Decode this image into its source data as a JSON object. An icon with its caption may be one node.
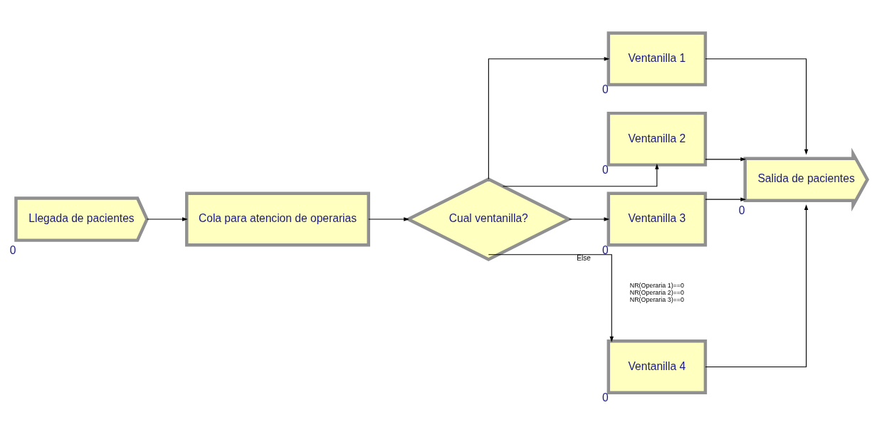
{
  "diagram": {
    "nodes": [
      {
        "text": [
          "Llegada de pacientes"
        ],
        "beside": [
          "0"
        ]
      },
      {
        "text": [
          "Cola para atencion de operarias"
        ]
      },
      {
        "text": [
          "Cual ventanilla?"
        ]
      },
      {
        "text": [
          "Ventanilla 1"
        ],
        "beside": [
          "0"
        ]
      },
      {
        "text": [
          "Ventanilla 2"
        ],
        "beside": [
          "0"
        ]
      },
      {
        "text": [
          "Ventanilla 3"
        ],
        "beside": [
          "0"
        ]
      },
      {
        "text": [
          "Ventanilla 4"
        ],
        "beside": [
          "0"
        ]
      },
      {
        "text": [
          "Salida de pacientes"
        ],
        "beside": [
          "0"
        ]
      }
    ],
    "edges": [
      {
        "from": 0,
        "to": 1,
        "arrow": "to"
      },
      {
        "from": 1,
        "to": 2,
        "arrow": "to"
      },
      {
        "from": 2,
        "to": 3,
        "arrow": "to"
      },
      {
        "from": 2,
        "to": 4,
        "arrow": "to"
      },
      {
        "from": 2,
        "to": 5,
        "arrow": "to"
      },
      {
        "from": 2,
        "to": 6,
        "label": "Else",
        "arrow": "to"
      },
      {
        "from": 3,
        "to": 7,
        "arrow": "to"
      },
      {
        "from": 4,
        "to": 7,
        "arrow": "to"
      },
      {
        "from": 5,
        "to": 7,
        "arrow": "to"
      },
      {
        "from": 6,
        "to": 7,
        "arrow": "to"
      }
    ],
    "labels": [
      "NR(Operaria 1)==0",
      "NR(Operaria 2)==0",
      "NR(Operaria 3)==0"
    ]
  }
}
